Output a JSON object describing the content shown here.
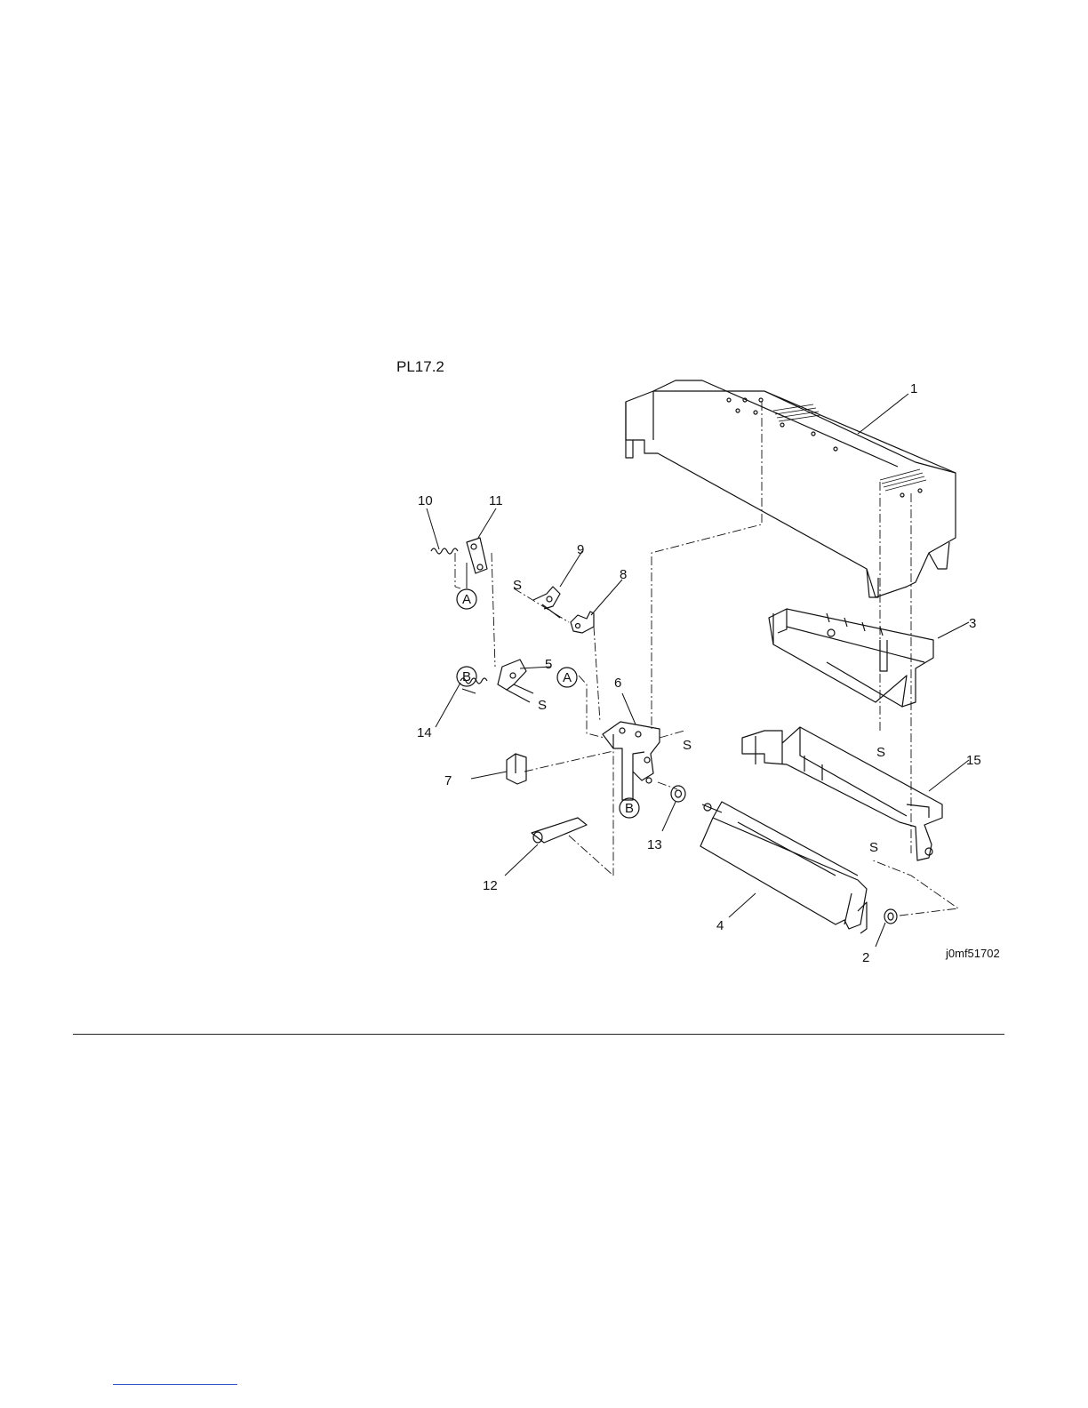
{
  "figure": {
    "label": "PL17.2",
    "image_id": "j0mf51702",
    "connector_a": "A",
    "connector_b": "B",
    "screw_mark": "S",
    "callouts": [
      "1",
      "2",
      "3",
      "4",
      "5",
      "6",
      "7",
      "8",
      "9",
      "10",
      "11",
      "12",
      "13",
      "14",
      "15"
    ]
  },
  "colors": {
    "line": "#111111",
    "rule": "#222222",
    "link": "#3355cc"
  }
}
